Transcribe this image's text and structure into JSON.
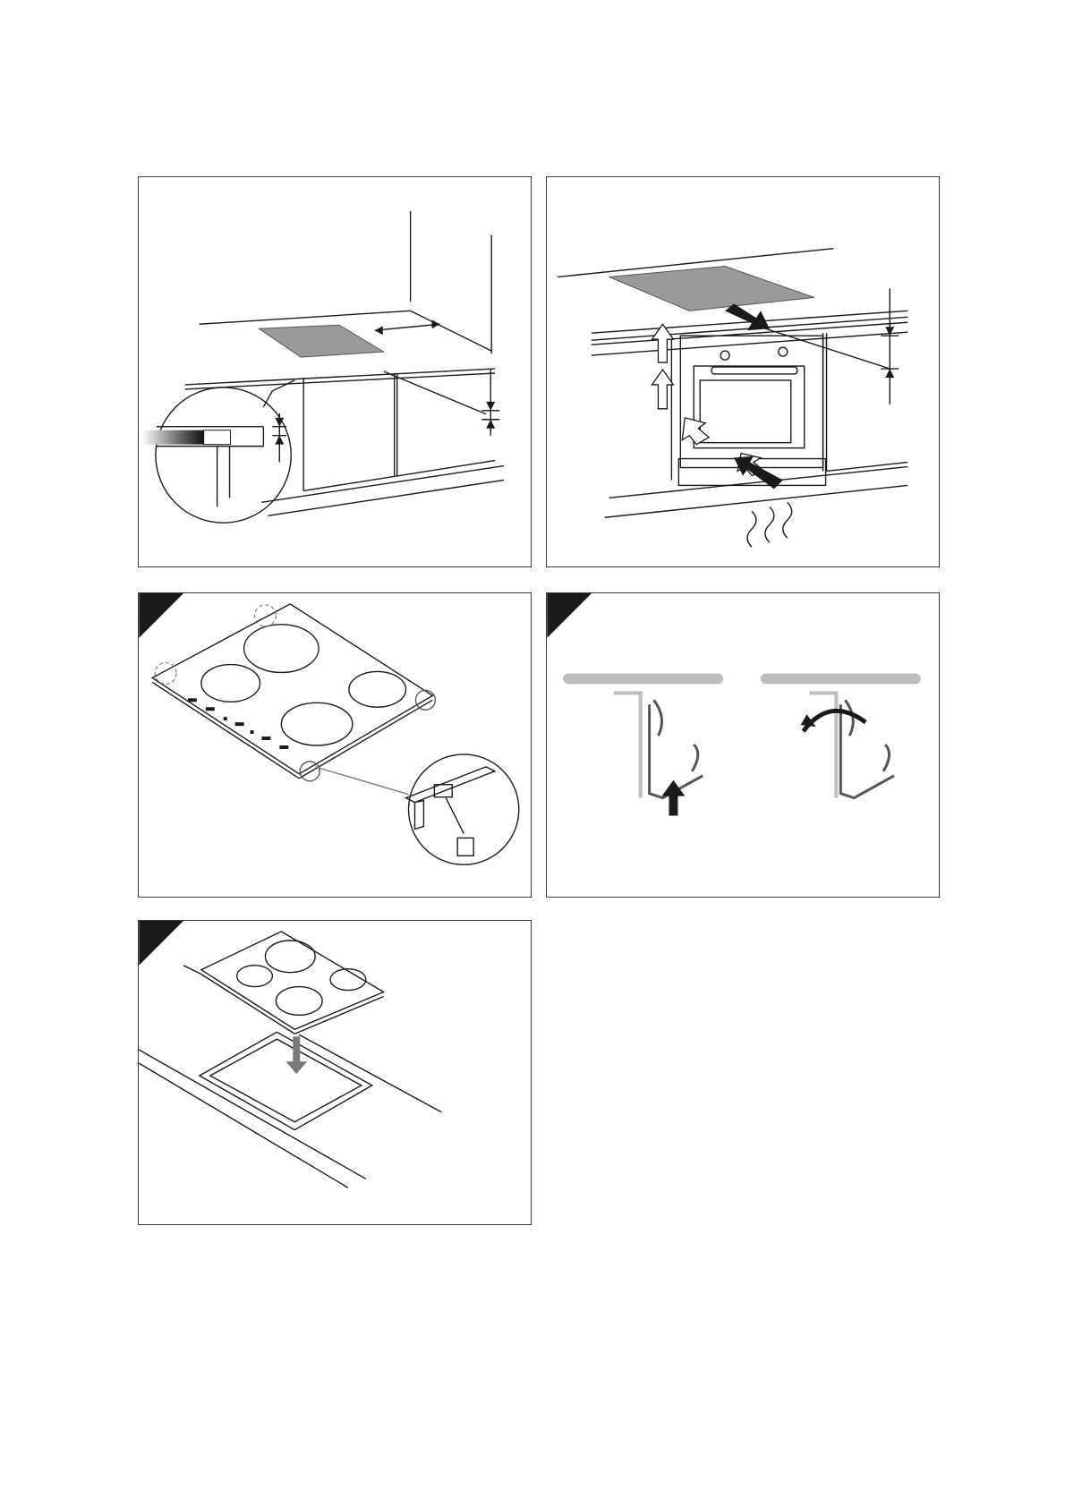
{
  "page": {
    "panels": [
      {
        "id": "p1",
        "name": "panel-clearance-distances"
      },
      {
        "id": "p2",
        "name": "panel-ventilation-airflow"
      },
      {
        "id": "p3",
        "name": "panel-fixing-clips",
        "corner_tab": true
      },
      {
        "id": "p4",
        "name": "panel-clip-engagement",
        "corner_tab": true
      },
      {
        "id": "p5",
        "name": "panel-insert-hob",
        "corner_tab": true
      }
    ]
  },
  "colors": {
    "line": "#1a1a1a",
    "hob_glass": "#9a9a9a",
    "clip_grey": "#bdbdbd",
    "tab": "#1a1a1a",
    "arrow_dark": "#1a1a1a",
    "arrow_grey": "#7a7a7a"
  }
}
